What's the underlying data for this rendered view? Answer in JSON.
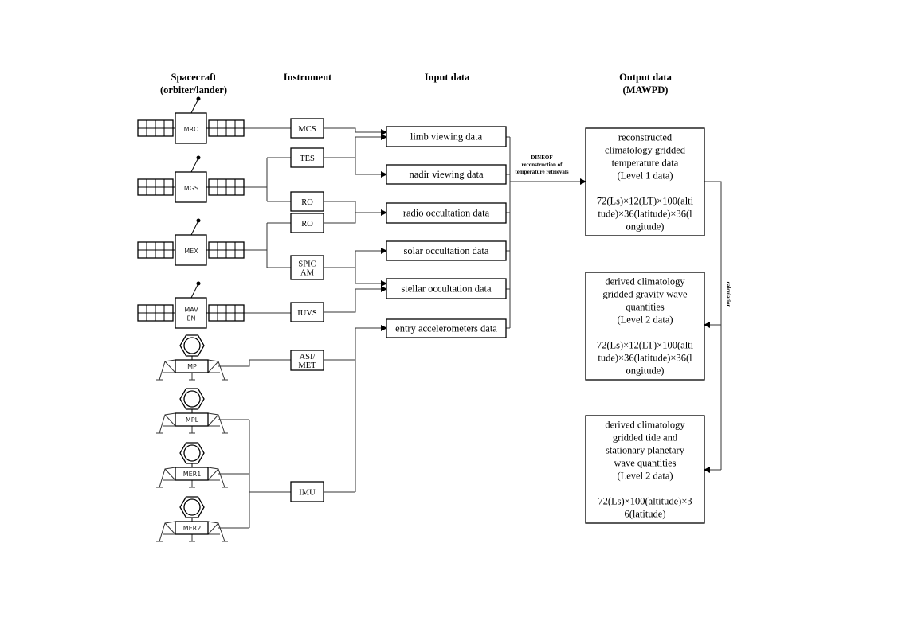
{
  "headers": {
    "spacecraft": [
      "Spacecraft",
      "(orbiter/lander)"
    ],
    "instrument": "Instrument",
    "input": "Input data",
    "output": [
      "Output data",
      "(MAWPD)"
    ]
  },
  "orbiters": [
    [
      "MRO"
    ],
    [
      "MGS"
    ],
    [
      "MEX"
    ],
    [
      "MAV",
      "EN"
    ]
  ],
  "landers": [
    "MP",
    "MPL",
    "MER1",
    "MER2"
  ],
  "instruments": [
    [
      "MCS"
    ],
    [
      "TES"
    ],
    [
      "RO"
    ],
    [
      "RO"
    ],
    [
      "SPIC",
      "AM"
    ],
    [
      "IUVS"
    ],
    [
      "ASI/",
      "MET"
    ],
    [
      "IMU"
    ]
  ],
  "input_data": [
    "limb viewing data",
    "nadir viewing data",
    "radio occultation data",
    "solar occultation data",
    "stellar occultation data",
    "entry accelerometers data"
  ],
  "dineof_label": [
    "DINEOF",
    "reconstruction of",
    "temperature retrievals"
  ],
  "calculation_label": "calculation",
  "output_data": [
    [
      "reconstructed",
      "climatology gridded",
      "temperature data",
      "(Level 1 data)",
      "",
      "72(Ls)×12(LT)×100(alti",
      "tude)×36(latitude)×36(l",
      "ongitude)"
    ],
    [
      "derived climatology",
      "gridded gravity wave",
      "quantities",
      "(Level 2 data)",
      "",
      "72(Ls)×12(LT)×100(alti",
      "tude)×36(latitude)×36(l",
      "ongitude)"
    ],
    [
      "derived climatology",
      "gridded tide and",
      "stationary planetary",
      "wave quantities",
      "(Level 2 data)",
      "",
      "72(Ls)×100(altitude)×3",
      "6(latitude)"
    ]
  ]
}
